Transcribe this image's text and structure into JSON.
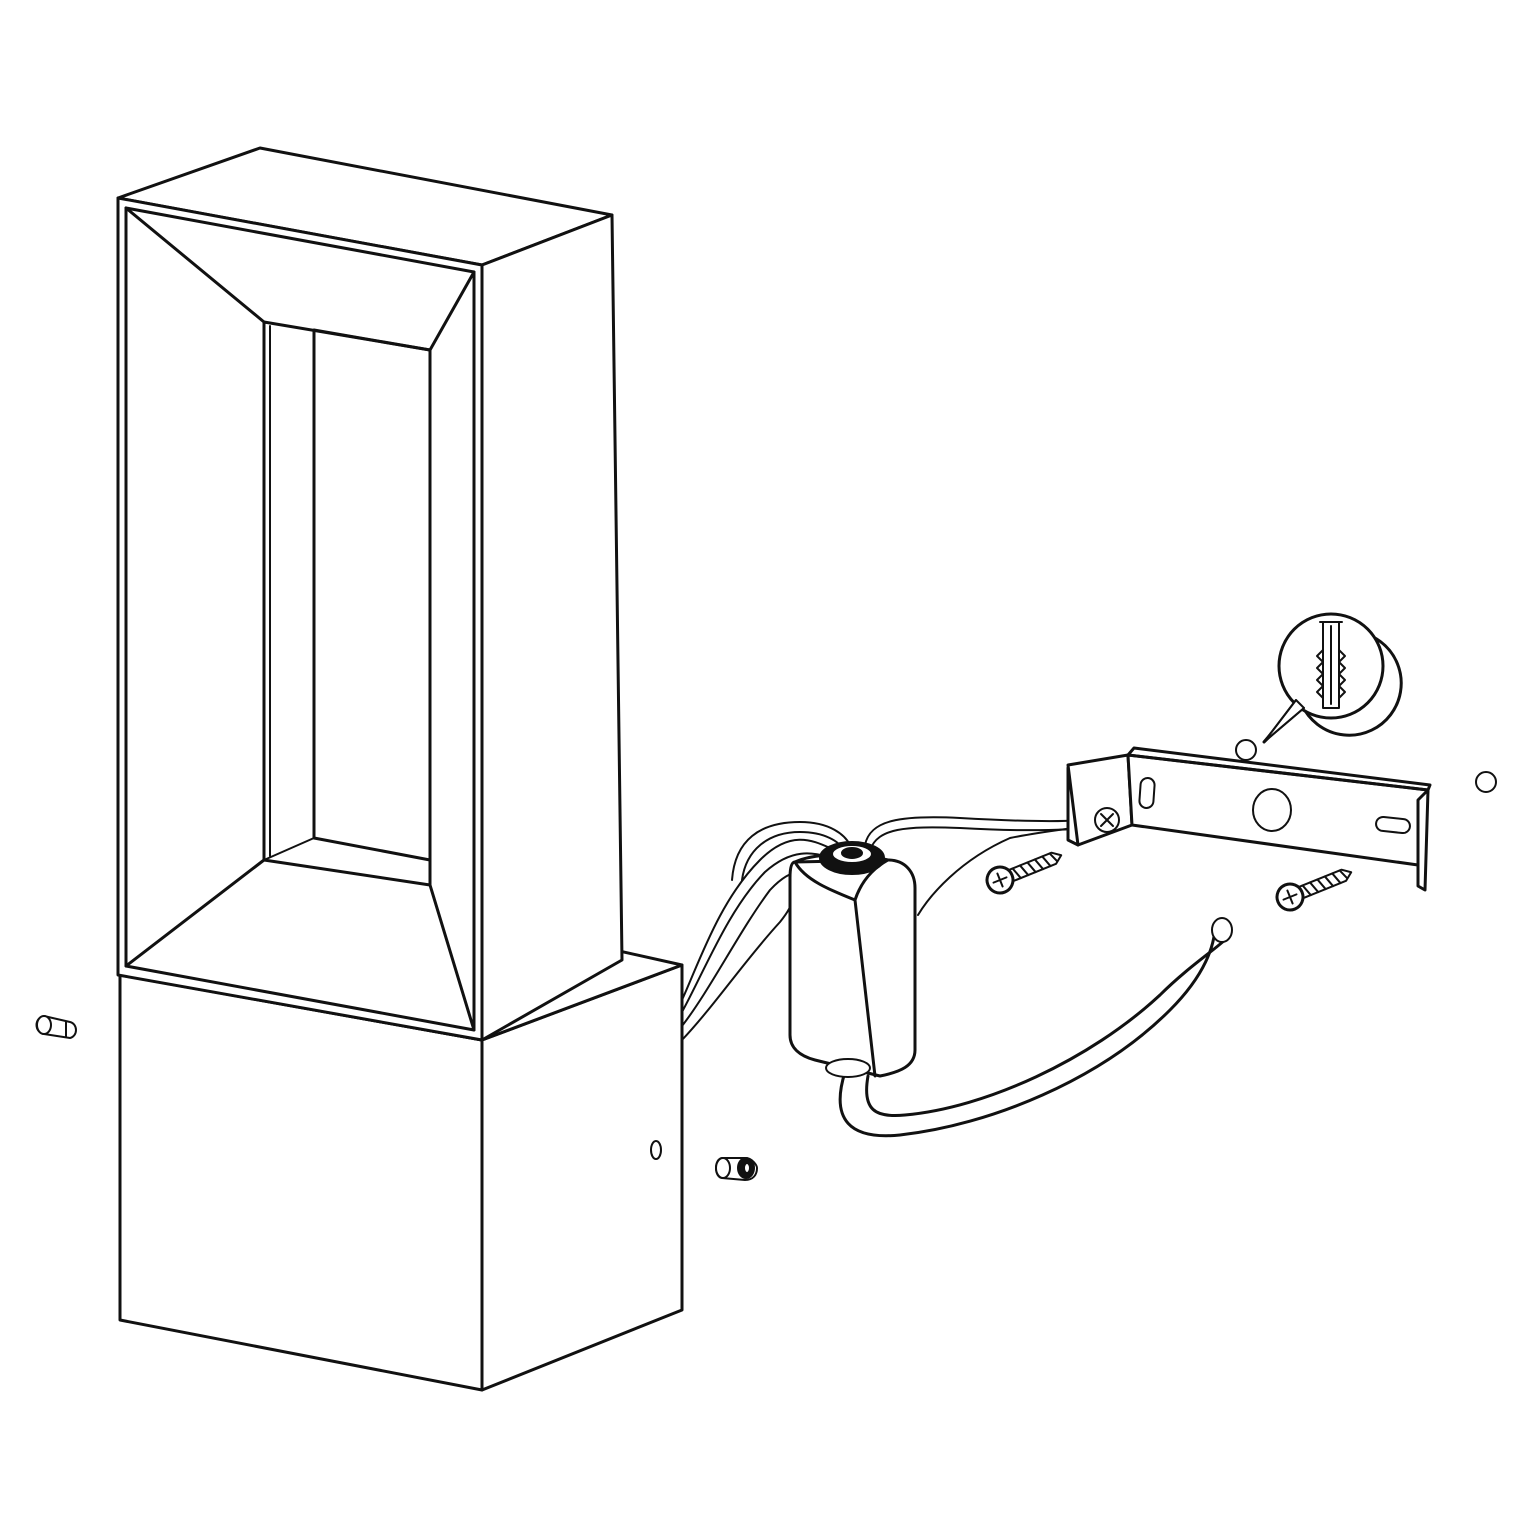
{
  "diagram": {
    "type": "exploded assembly line drawing",
    "background": "#ffffff",
    "line_color": "#111111",
    "parts": [
      "lamp-housing",
      "mounting-base",
      "connector-box",
      "power-cable",
      "wall-bracket",
      "wall-screw",
      "wall-plug-detail",
      "plug-insert",
      "set-screw"
    ],
    "text_labels": []
  }
}
